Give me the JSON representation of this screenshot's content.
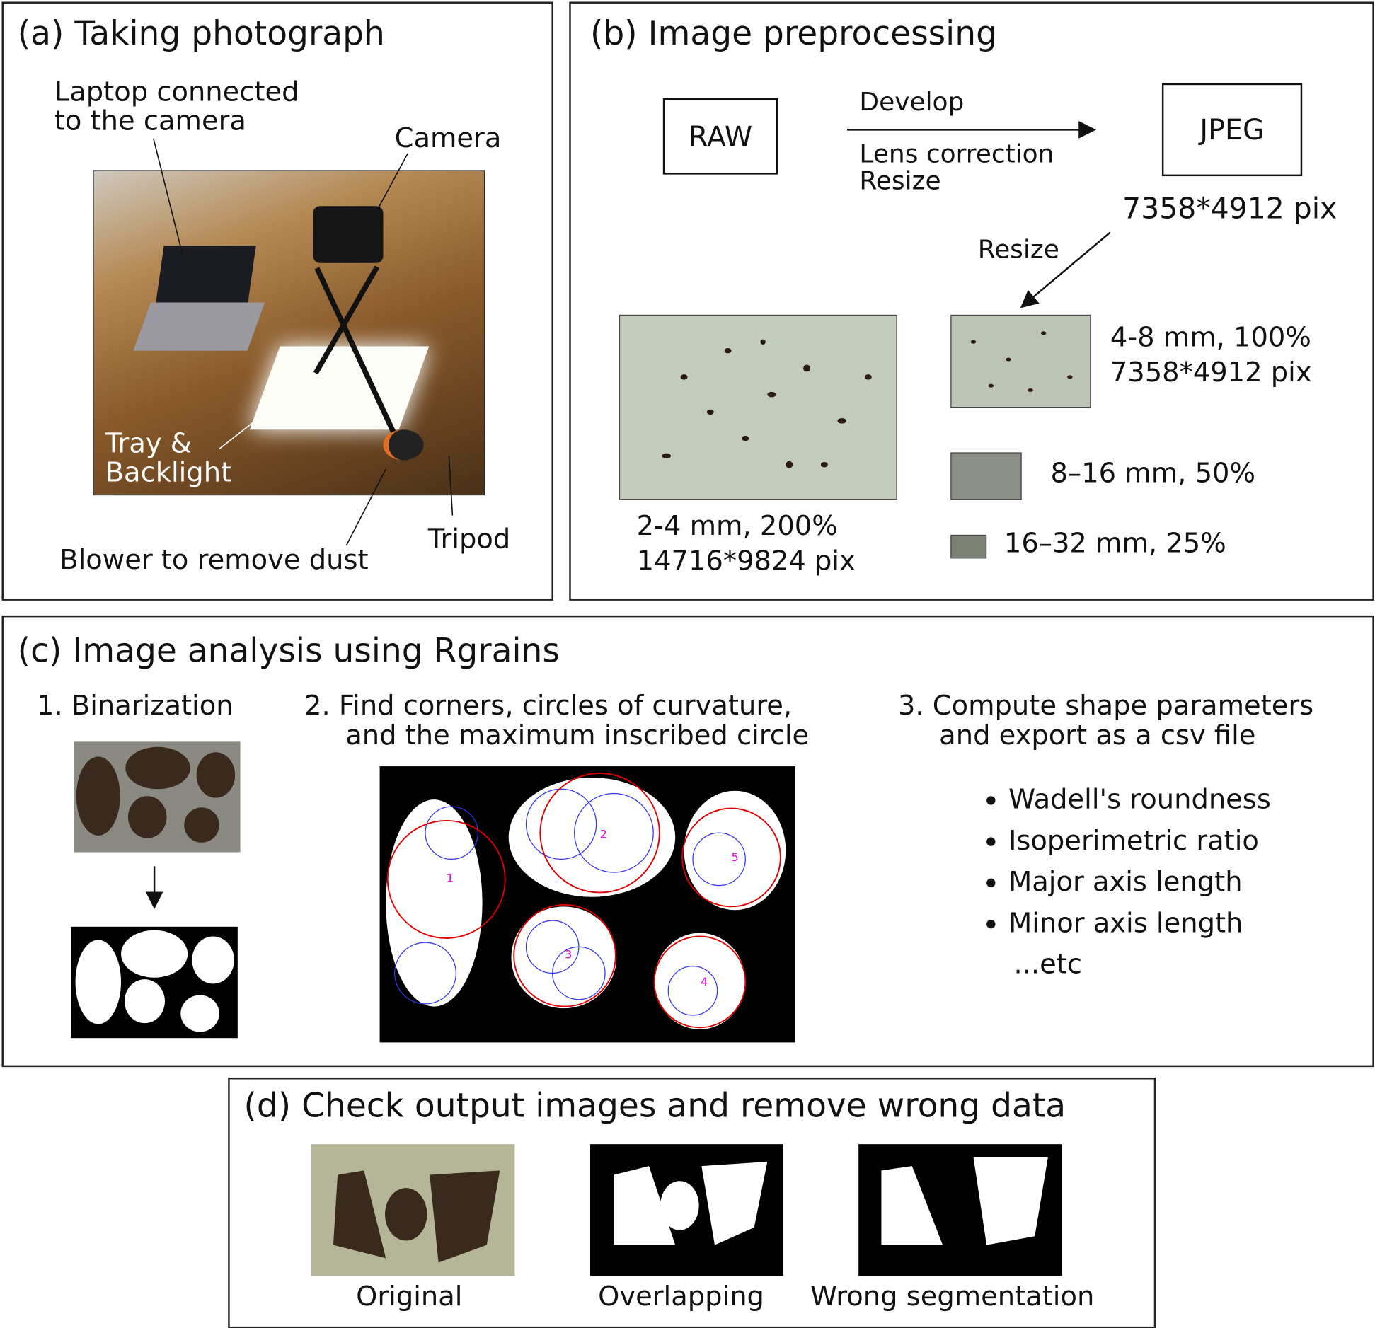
{
  "panel_a": {
    "title": "(a) Taking photograph",
    "labels": {
      "laptop_1": "Laptop connected",
      "laptop_2": "to the camera",
      "camera": "Camera",
      "tray_1": "Tray &",
      "tray_2": "Backlight",
      "blower": "Blower to remove dust",
      "tripod": "Tripod"
    }
  },
  "panel_b": {
    "title": "(b) Image preprocessing",
    "raw": "RAW",
    "jpeg": "JPEG",
    "develop": "Develop",
    "lens": "Lens correction",
    "resize1": "Resize",
    "jpeg_size": "7358*4912 pix",
    "resize2": "Resize",
    "s24_1": "2-4 mm, 200%",
    "s24_2": "14716*9824 pix",
    "s48_1": "4-8 mm, 100%",
    "s48_2": "7358*4912 pix",
    "s816": "8–16 mm, 50%",
    "s1632": "16–32 mm, 25%"
  },
  "panel_c": {
    "title": "(c) Image analysis using Rgrains",
    "step1": "1. Binarization",
    "step2_1": "2. Find corners, circles of curvature,",
    "step2_2": "and the maximum inscribed circle",
    "step3_1": "3. Compute shape parameters",
    "step3_2": "and export as a csv file",
    "params": [
      "Wadell's roundness",
      "Isoperimetric ratio",
      "Major axis length",
      "Minor axis length"
    ],
    "etc": "...etc",
    "grain_ids": [
      "1",
      "2",
      "3",
      "4",
      "5"
    ]
  },
  "panel_d": {
    "title": "(d) Check output images and remove wrong data",
    "captions": [
      "Original",
      "Overlapping",
      "Wrong segmentation"
    ]
  }
}
